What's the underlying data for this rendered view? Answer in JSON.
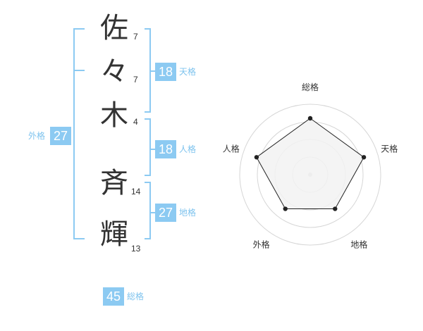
{
  "name": {
    "chars": [
      {
        "char": "佐",
        "strokes": "7"
      },
      {
        "char": "々",
        "strokes": "7"
      },
      {
        "char": "木",
        "strokes": "4"
      },
      {
        "char": "斉",
        "strokes": "14"
      },
      {
        "char": "輝",
        "strokes": "13"
      }
    ]
  },
  "fortunes": {
    "tenkaku": {
      "value": "18",
      "label": "天格"
    },
    "jinkaku": {
      "value": "18",
      "label": "人格"
    },
    "chikaku": {
      "value": "27",
      "label": "地格"
    },
    "gaikaku": {
      "value": "27",
      "label": "外格"
    },
    "soukaku": {
      "value": "45",
      "label": "総格"
    }
  },
  "colors": {
    "accent": "#8ccaf2",
    "label": "#7ec3ee",
    "radar_fill": "#f2f2f2",
    "radar_ring": "#d6d6d6",
    "radar_line": "#222222"
  },
  "chart_data": {
    "type": "radar",
    "axes": [
      "総格",
      "天格",
      "地格",
      "外格",
      "人格"
    ],
    "values": [
      0.8,
      0.8,
      0.6,
      0.6,
      0.8
    ],
    "range": [
      0,
      1
    ],
    "rings": 4
  }
}
